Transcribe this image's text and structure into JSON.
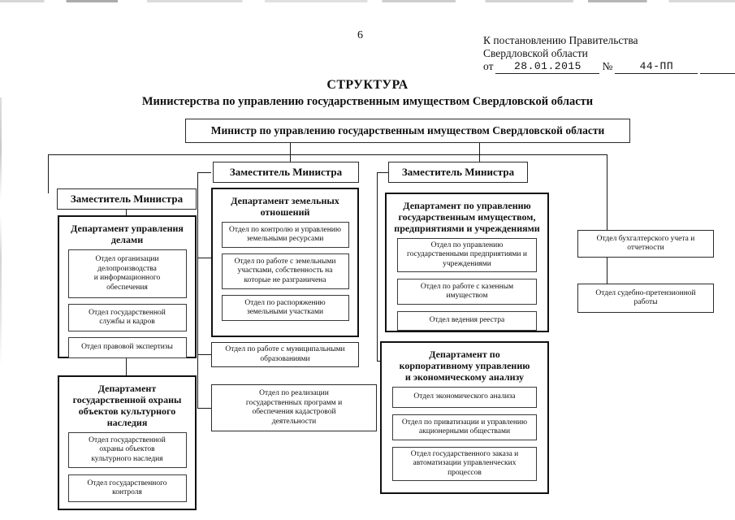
{
  "header": {
    "page_number": "6",
    "appendix_line1": "К постановлению Правительства",
    "appendix_line2": "Свердловской области",
    "date_label": "от",
    "date_value": "28.01.2015",
    "number_label": "№",
    "number_value": "44-ПП",
    "number_tail": ""
  },
  "title": {
    "line1": "СТРУКТУРА",
    "line2": "Министерства по управлению государственным имуществом Свердловской области"
  },
  "minister": {
    "label": "Министр по управлению государственным имуществом Свердловской области"
  },
  "deputies": [
    {
      "id": "deputy-left",
      "label": "Заместитель Министра"
    },
    {
      "id": "deputy-middle",
      "label": "Заместитель Министра"
    },
    {
      "id": "deputy-right",
      "label": "Заместитель Министра"
    }
  ],
  "departments": [
    {
      "id": "dept-affairs",
      "title": "Департамент управления\nделами",
      "units": [
        "Отдел организации\nделопроизводства\nи информационного\nобеспечения",
        "Отдел государственной\nслужбы и кадров",
        "Отдел правовой экспертизы"
      ]
    },
    {
      "id": "dept-heritage",
      "title": "Департамент\nгосударственной охраны\nобъектов культурного\nнаследия",
      "units": [
        "Отдел государственной\nохраны объектов\nкультурного наследия",
        "Отдел государственного\nконтроля"
      ]
    },
    {
      "id": "dept-land",
      "title": "Департамент земельных\nотношений",
      "units": [
        "Отдел по контролю и управлению\nземельными ресурсами",
        "Отдел по работе с земельными\nучастками, собственность на\nкоторые не разграничена",
        "Отдел по распоряжению\nземельными участками"
      ]
    },
    {
      "id": "dept-property",
      "title": "Департамент по управлению\nгосударственным имуществом,\nпредприятиями и учреждениями",
      "units": [
        "Отдел по управлению\nгосударственными предприятиями и\nучреждениями",
        "Отдел по работе с казенным\nимуществом",
        "Отдел ведения реестра"
      ]
    },
    {
      "id": "dept-corporate",
      "title": "Департамент по\nкорпоративному управлению\nи экономическому анализу",
      "units": [
        "Отдел экономического анализа",
        "Отдел по приватизации и управлению\nакционерными обществами",
        "Отдел государственного заказа и\nавтоматизации управленческих\nпроцессов"
      ]
    }
  ],
  "standalone_units": [
    {
      "id": "unit-municipal",
      "label": "Отдел по работе с муниципальными\nобразованиями"
    },
    {
      "id": "unit-cadastre",
      "label": "Отдел по реализации\nгосударственных программ и\nобеспечения кадастровой\nдеятельности"
    },
    {
      "id": "unit-accounting",
      "label": "Отдел бухгалтерского учета и\nотчетности"
    },
    {
      "id": "unit-legal-claims",
      "label": "Отдел судебно-претензионной\nработы"
    }
  ]
}
